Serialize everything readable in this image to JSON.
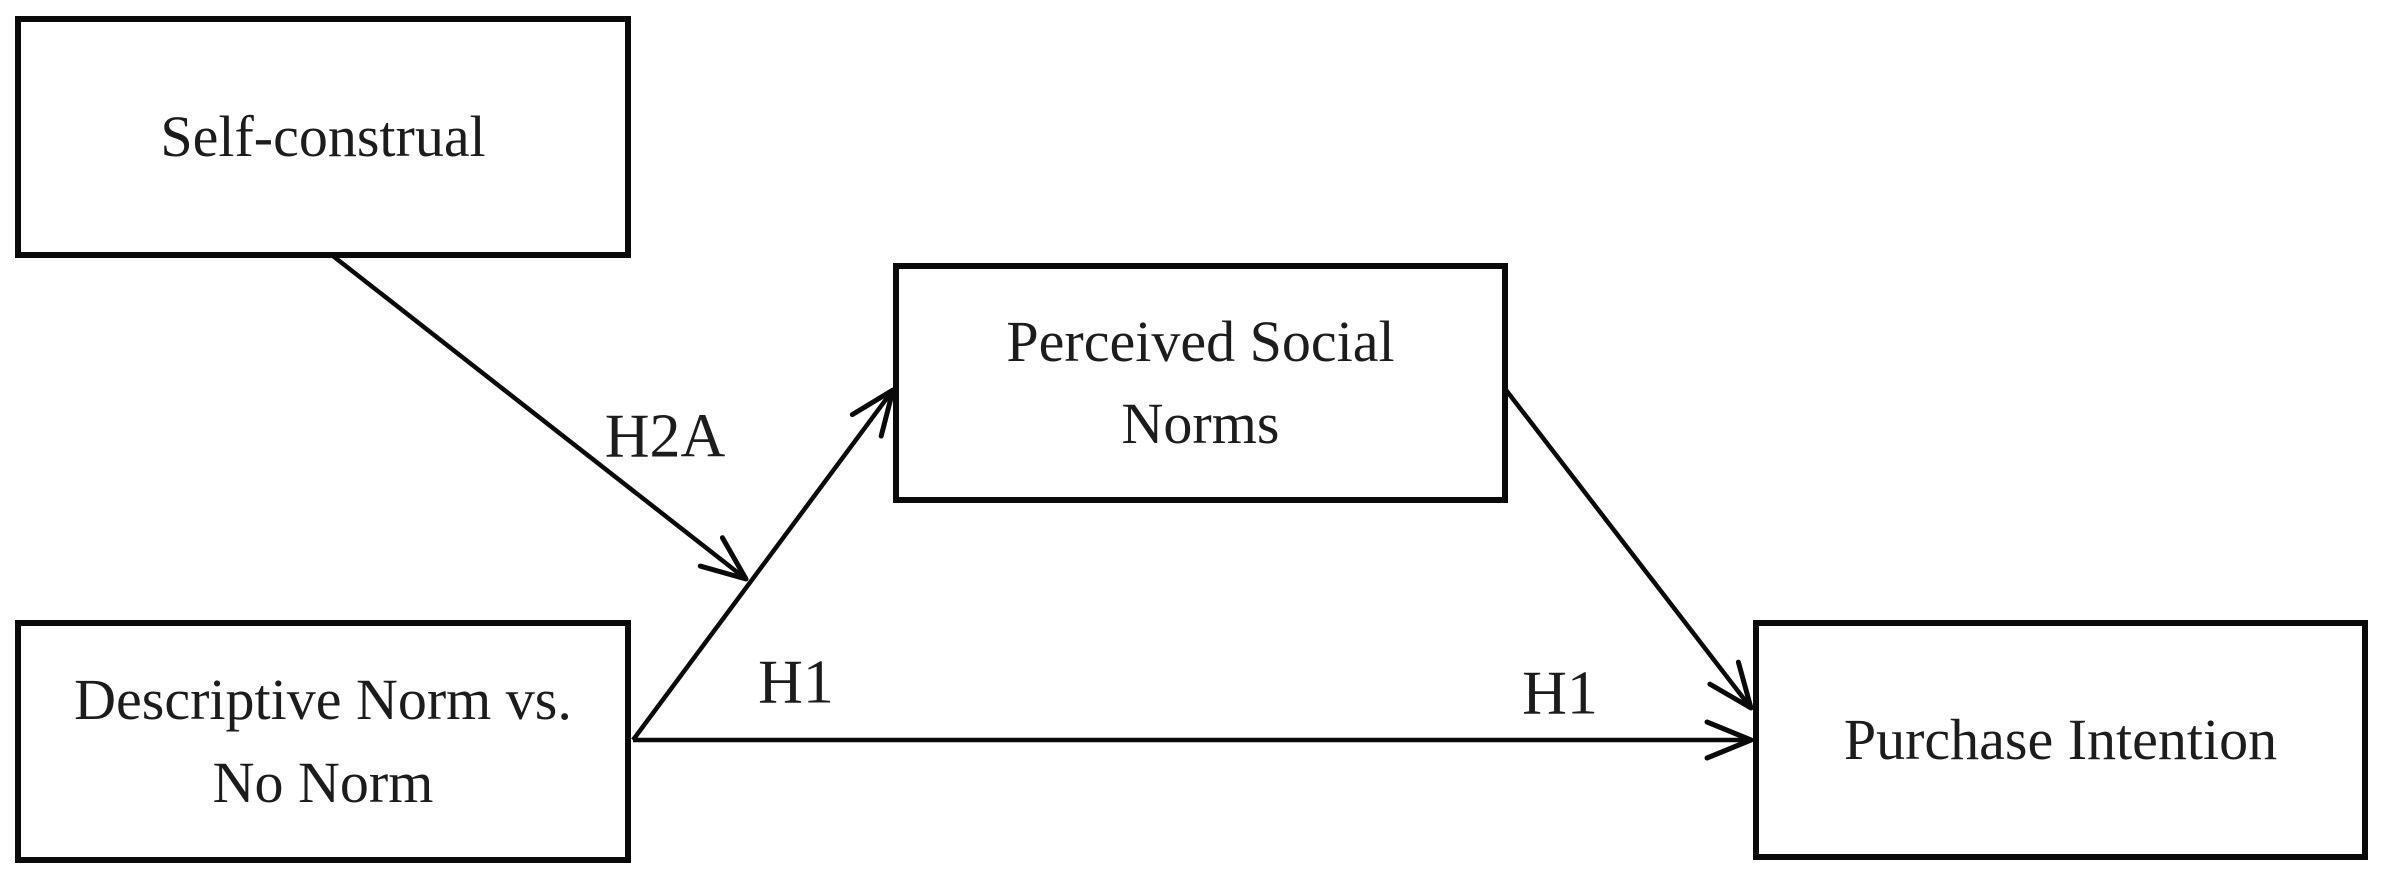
{
  "figure": {
    "kind": "conceptual-mediation-moderation-model",
    "background_color": "#ffffff",
    "line_color": "#0a0a0a",
    "text_color": "#1c1c1c"
  },
  "nodes": {
    "self_construal": {
      "label": "Self-construal"
    },
    "descriptive_norm": {
      "label": "Descriptive Norm vs.\nNo Norm"
    },
    "perceived_social_norms": {
      "label": "Perceived Social\nNorms"
    },
    "purchase_intention": {
      "label": "Purchase Intention"
    }
  },
  "edge_labels": {
    "h2a": "H2A",
    "h1_left": "H1",
    "h1_right": "H1"
  },
  "edges": [
    {
      "id": "a-path",
      "from": "descriptive_norm",
      "to": "perceived_social_norms",
      "style": "arrow"
    },
    {
      "id": "direct-path",
      "from": "descriptive_norm",
      "to": "purchase_intention",
      "style": "arrow",
      "labels": [
        "H1",
        "H1"
      ]
    },
    {
      "id": "b-path",
      "from": "perceived_social_norms",
      "to": "purchase_intention",
      "style": "arrow"
    },
    {
      "id": "moderation",
      "from": "self_construal",
      "to": "a-path",
      "style": "arrow",
      "label": "H2A"
    }
  ]
}
